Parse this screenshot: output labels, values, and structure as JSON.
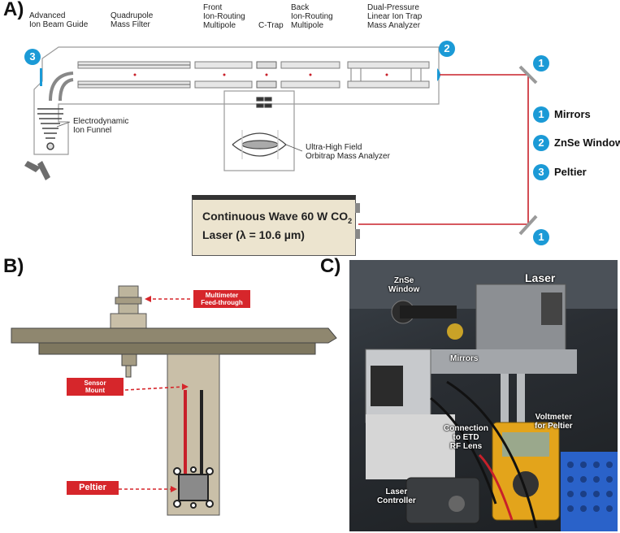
{
  "panels": {
    "a": "A)",
    "b": "B)",
    "c": "C)"
  },
  "panel_a": {
    "components": {
      "advanced_ion_beam_guide": "Advanced\nIon Beam Guide",
      "quadrupole_mass_filter": "Quadrupole\nMass Filter",
      "front_ion_routing_multipole": "Front\nIon-Routing\nMultipole",
      "c_trap": "C-Trap",
      "back_ion_routing_multipole": "Back\nIon-Routing\nMultipole",
      "dual_pressure_linear_ion_trap": "Dual-Pressure\nLinear Ion Trap\nMass Analyzer",
      "electrodynamic_ion_funnel": "Electrodynamic\nIon Funnel",
      "orbitrap": "Ultra-High Field\nOrbitrap Mass Analyzer"
    },
    "laser": {
      "line1": "Continuous Wave 60 W CO",
      "line1_sub": "2",
      "line2": "Laser (λ = 10.6 µm)"
    },
    "badges": {
      "mirror_top": "1",
      "mirror_bottom": "1",
      "window": "2",
      "peltier": "3"
    },
    "legend": [
      {
        "number": "1",
        "label": "Mirrors"
      },
      {
        "number": "2",
        "label": "ZnSe Window"
      },
      {
        "number": "3",
        "label": "Peltier"
      }
    ],
    "colors": {
      "beam": "#c8202a",
      "badge": "#1b9ad6",
      "window": "#1b9ad6"
    }
  },
  "panel_b": {
    "tags": {
      "multimeter": "Multimeter\nFeed-through",
      "sensor_mount": "Sensor\nMount",
      "peltier": "Peltier"
    },
    "colors": {
      "plate": "#8f876f",
      "mount": "#c9bfa8",
      "tag": "#d6262b"
    }
  },
  "panel_c": {
    "tags": {
      "znse_window": "ZnSe\nWindow",
      "laser": "Laser",
      "mirrors": "Mirrors",
      "connection": "Connection\nto ETD\nRF Lens",
      "voltmeter": "Voltmeter\nfor Peltier",
      "laser_controller": "Laser\nController"
    }
  }
}
